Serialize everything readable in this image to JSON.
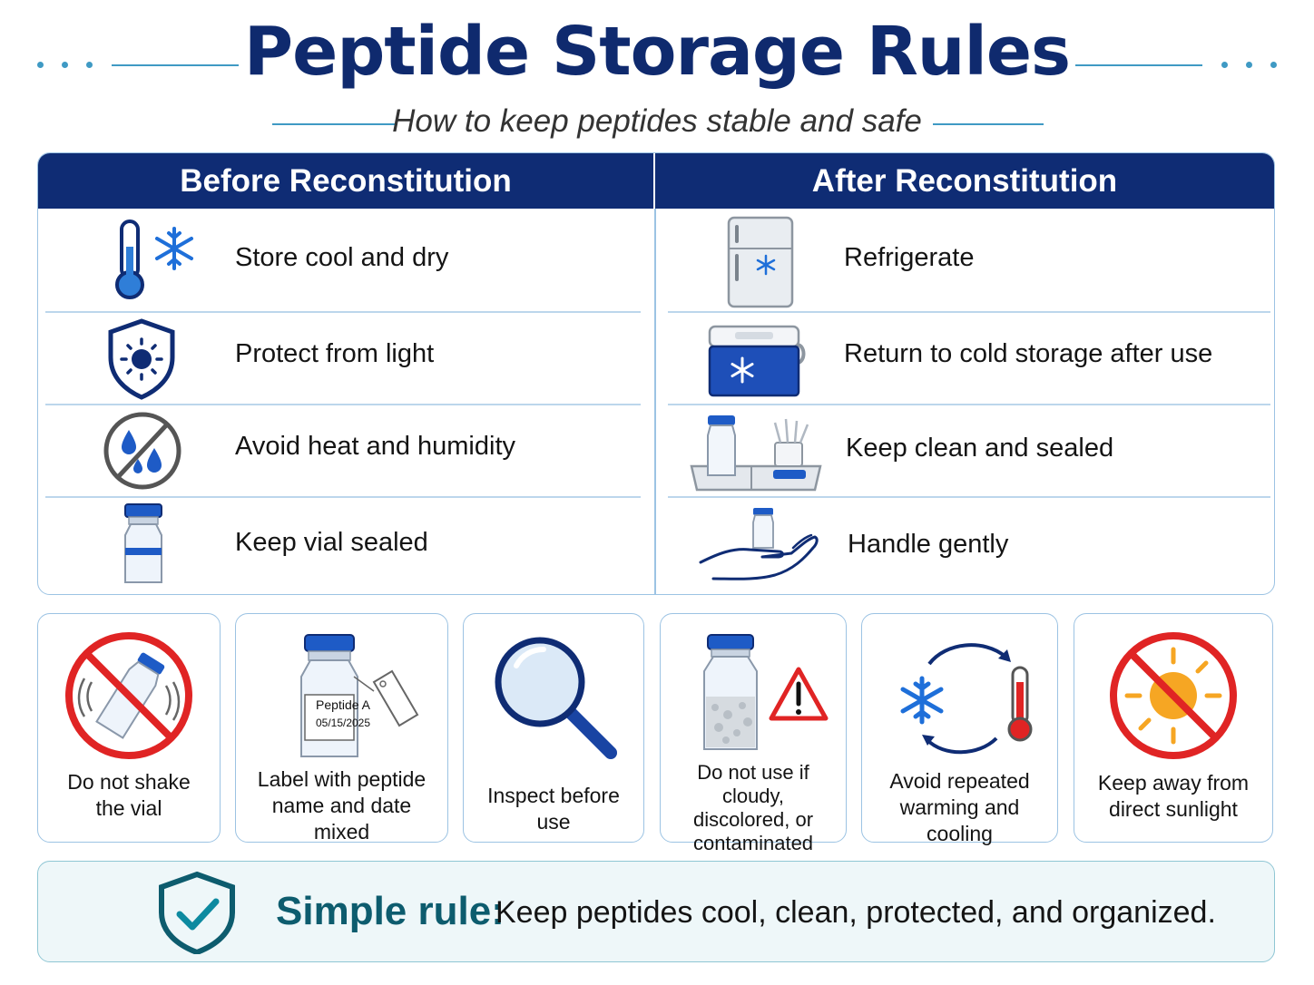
{
  "header": {
    "title": "Peptide Storage Rules",
    "subtitle": "How to keep peptides stable and safe"
  },
  "table": {
    "before_heading": "Before Reconstitution",
    "after_heading": "After Reconstitution",
    "before_items": [
      {
        "label": "Store cool and dry",
        "icon": "thermometer-snowflake-icon"
      },
      {
        "label": "Protect from light",
        "icon": "shield-sun-icon"
      },
      {
        "label": "Avoid heat and humidity",
        "icon": "no-water-drops-icon"
      },
      {
        "label": "Keep vial sealed",
        "icon": "sealed-vial-icon"
      }
    ],
    "after_items": [
      {
        "label": "Refrigerate",
        "icon": "refrigerator-icon"
      },
      {
        "label": "Return to cold storage after use",
        "icon": "cooler-icon"
      },
      {
        "label": "Keep clean and sealed",
        "icon": "vial-tray-icon"
      },
      {
        "label": "Handle gently",
        "icon": "hand-vial-icon"
      }
    ]
  },
  "cards": [
    {
      "line1": "Do not shake",
      "line2": "the vial",
      "icon": "no-shake-icon"
    },
    {
      "line1": "Label with peptide",
      "line2": "name and date mixed",
      "icon": "labeled-vial-icon",
      "vial_label": "Peptide A",
      "vial_date": "05/15/2025"
    },
    {
      "line1": "Inspect before use",
      "line2": "",
      "icon": "magnifier-icon"
    },
    {
      "line1": "Do not use if cloudy,",
      "line2": "discolored, or",
      "line3": "contaminated",
      "icon": "cloudy-vial-warning-icon"
    },
    {
      "line1": "Avoid repeated",
      "line2": "warming and cooling",
      "icon": "freeze-thaw-cycle-icon"
    },
    {
      "line1": "Keep away from",
      "line2": "direct sunlight",
      "icon": "no-sun-icon"
    }
  ],
  "footer": {
    "label": "Simple rule:",
    "text": "Keep peptides cool, clean, protected, and organized.",
    "icon": "shield-check-icon"
  },
  "colors": {
    "navy": "#0f2c74",
    "blue": "#1e5bc6",
    "accent_line": "#3f9ac4",
    "red": "#e02424",
    "teal": "#0d5c6e",
    "sun": "#f6a623"
  }
}
